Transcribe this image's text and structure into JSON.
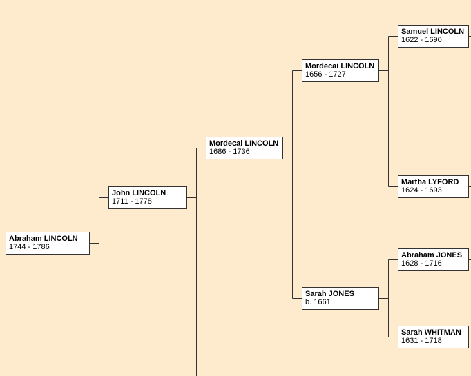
{
  "tree": {
    "persons": [
      {
        "id": "p0",
        "name": "Abraham LINCOLN",
        "dates": "1744 - 1786"
      },
      {
        "id": "p1",
        "name": "John LINCOLN",
        "dates": "1711 - 1778"
      },
      {
        "id": "p2",
        "name": "Mordecai LINCOLN",
        "dates": "1686 - 1736"
      },
      {
        "id": "p3",
        "name": "Mordecai LINCOLN",
        "dates": "1656 - 1727"
      },
      {
        "id": "p4",
        "name": "Sarah JONES",
        "dates": "b. 1661"
      },
      {
        "id": "p5",
        "name": "Samuel LINCOLN",
        "dates": "1622 - 1690"
      },
      {
        "id": "p6",
        "name": "Martha LYFORD",
        "dates": "1624 - 1693"
      },
      {
        "id": "p7",
        "name": "Abraham JONES",
        "dates": "1628 - 1716"
      },
      {
        "id": "p8",
        "name": "Sarah WHITMAN",
        "dates": "1631 - 1718"
      }
    ]
  },
  "colors": {
    "background": "#feebcd",
    "box": "#ffffff",
    "line": "#333333"
  }
}
